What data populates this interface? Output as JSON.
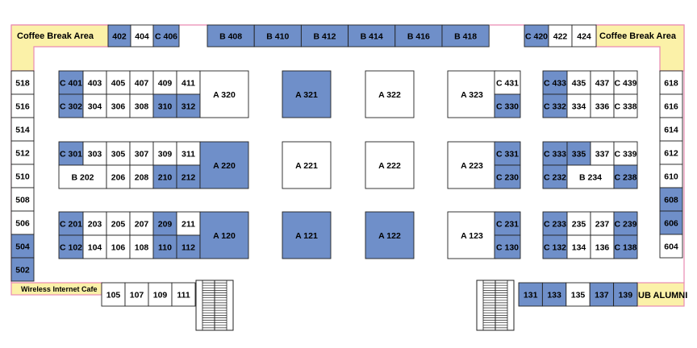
{
  "colors": {
    "available": "#ffffff",
    "reserved": "#6f8fc9",
    "lounge": "#fbf1a8",
    "lounge_border": "#e98ab2",
    "stroke": "#222222",
    "hall_border": "#e98ab2"
  },
  "areas": {
    "coffee_left": "Coffee Break Area",
    "coffee_right": "Coffee Break Area",
    "wireless": "Wireless Internet Cafe",
    "alumni": "UB ALUMNI"
  },
  "booths": [
    {
      "id": "402",
      "reserved": true
    },
    {
      "id": "404",
      "reserved": false
    },
    {
      "id": "C 406",
      "reserved": true
    },
    {
      "id": "B 408",
      "reserved": true
    },
    {
      "id": "B 410",
      "reserved": true
    },
    {
      "id": "B 412",
      "reserved": true
    },
    {
      "id": "B 414",
      "reserved": true
    },
    {
      "id": "B 416",
      "reserved": true
    },
    {
      "id": "B 418",
      "reserved": true
    },
    {
      "id": "C 420",
      "reserved": true
    },
    {
      "id": "422",
      "reserved": false
    },
    {
      "id": "424",
      "reserved": false
    },
    {
      "id": "518",
      "reserved": false
    },
    {
      "id": "516",
      "reserved": false
    },
    {
      "id": "514",
      "reserved": false
    },
    {
      "id": "512",
      "reserved": false
    },
    {
      "id": "510",
      "reserved": false
    },
    {
      "id": "508",
      "reserved": false
    },
    {
      "id": "506",
      "reserved": false
    },
    {
      "id": "504",
      "reserved": true
    },
    {
      "id": "502",
      "reserved": true
    },
    {
      "id": "618",
      "reserved": false
    },
    {
      "id": "616",
      "reserved": false
    },
    {
      "id": "614",
      "reserved": false
    },
    {
      "id": "612",
      "reserved": false
    },
    {
      "id": "610",
      "reserved": false
    },
    {
      "id": "608",
      "reserved": true
    },
    {
      "id": "606",
      "reserved": true
    },
    {
      "id": "604",
      "reserved": false
    },
    {
      "id": "C 401",
      "reserved": true
    },
    {
      "id": "403",
      "reserved": false
    },
    {
      "id": "405",
      "reserved": false
    },
    {
      "id": "407",
      "reserved": false
    },
    {
      "id": "409",
      "reserved": false
    },
    {
      "id": "411",
      "reserved": false
    },
    {
      "id": "C 302",
      "reserved": true
    },
    {
      "id": "304",
      "reserved": false
    },
    {
      "id": "306",
      "reserved": false
    },
    {
      "id": "308",
      "reserved": false
    },
    {
      "id": "310",
      "reserved": true
    },
    {
      "id": "312",
      "reserved": true
    },
    {
      "id": "A 320",
      "reserved": false
    },
    {
      "id": "C 301",
      "reserved": true
    },
    {
      "id": "303",
      "reserved": false
    },
    {
      "id": "305",
      "reserved": false
    },
    {
      "id": "307",
      "reserved": false
    },
    {
      "id": "309",
      "reserved": false
    },
    {
      "id": "311",
      "reserved": false
    },
    {
      "id": "B 202",
      "reserved": false
    },
    {
      "id": "206",
      "reserved": false
    },
    {
      "id": "208",
      "reserved": false
    },
    {
      "id": "210",
      "reserved": true
    },
    {
      "id": "212",
      "reserved": true
    },
    {
      "id": "A 220",
      "reserved": true
    },
    {
      "id": "C 201",
      "reserved": true
    },
    {
      "id": "203",
      "reserved": false
    },
    {
      "id": "205",
      "reserved": false
    },
    {
      "id": "207",
      "reserved": false
    },
    {
      "id": "209",
      "reserved": true
    },
    {
      "id": "211",
      "reserved": false
    },
    {
      "id": "C 102",
      "reserved": true
    },
    {
      "id": "104",
      "reserved": false
    },
    {
      "id": "106",
      "reserved": false
    },
    {
      "id": "108",
      "reserved": false
    },
    {
      "id": "110",
      "reserved": true
    },
    {
      "id": "112",
      "reserved": true
    },
    {
      "id": "A 120",
      "reserved": true
    },
    {
      "id": "A 321",
      "reserved": true
    },
    {
      "id": "A 322",
      "reserved": false
    },
    {
      "id": "A 323",
      "reserved": false
    },
    {
      "id": "A 221",
      "reserved": false
    },
    {
      "id": "A 222",
      "reserved": false
    },
    {
      "id": "A 223",
      "reserved": false
    },
    {
      "id": "A 121",
      "reserved": true
    },
    {
      "id": "A 122",
      "reserved": true
    },
    {
      "id": "A 123",
      "reserved": false
    },
    {
      "id": "C 431",
      "reserved": false
    },
    {
      "id": "C 330",
      "reserved": true
    },
    {
      "id": "C 331",
      "reserved": true
    },
    {
      "id": "C 230",
      "reserved": true
    },
    {
      "id": "C 231",
      "reserved": true
    },
    {
      "id": "C 130",
      "reserved": true
    },
    {
      "id": "C 433",
      "reserved": true
    },
    {
      "id": "435",
      "reserved": false
    },
    {
      "id": "437",
      "reserved": false
    },
    {
      "id": "C 439",
      "reserved": false
    },
    {
      "id": "C 332",
      "reserved": true
    },
    {
      "id": "334",
      "reserved": false
    },
    {
      "id": "336",
      "reserved": false
    },
    {
      "id": "C 338",
      "reserved": false
    },
    {
      "id": "C 333",
      "reserved": true
    },
    {
      "id": "335",
      "reserved": true
    },
    {
      "id": "337",
      "reserved": false
    },
    {
      "id": "C 339",
      "reserved": false
    },
    {
      "id": "C 232",
      "reserved": true
    },
    {
      "id": "B 234",
      "reserved": false
    },
    {
      "id": "C 238",
      "reserved": true
    },
    {
      "id": "C 233",
      "reserved": true
    },
    {
      "id": "235",
      "reserved": false
    },
    {
      "id": "237",
      "reserved": false
    },
    {
      "id": "C 239",
      "reserved": true
    },
    {
      "id": "C 132",
      "reserved": true
    },
    {
      "id": "134",
      "reserved": false
    },
    {
      "id": "136",
      "reserved": false
    },
    {
      "id": "C 138",
      "reserved": true
    },
    {
      "id": "105",
      "reserved": false
    },
    {
      "id": "107",
      "reserved": false
    },
    {
      "id": "109",
      "reserved": false
    },
    {
      "id": "111",
      "reserved": false
    },
    {
      "id": "131",
      "reserved": true
    },
    {
      "id": "133",
      "reserved": true
    },
    {
      "id": "135",
      "reserved": false
    },
    {
      "id": "137",
      "reserved": true
    },
    {
      "id": "139",
      "reserved": true
    }
  ]
}
